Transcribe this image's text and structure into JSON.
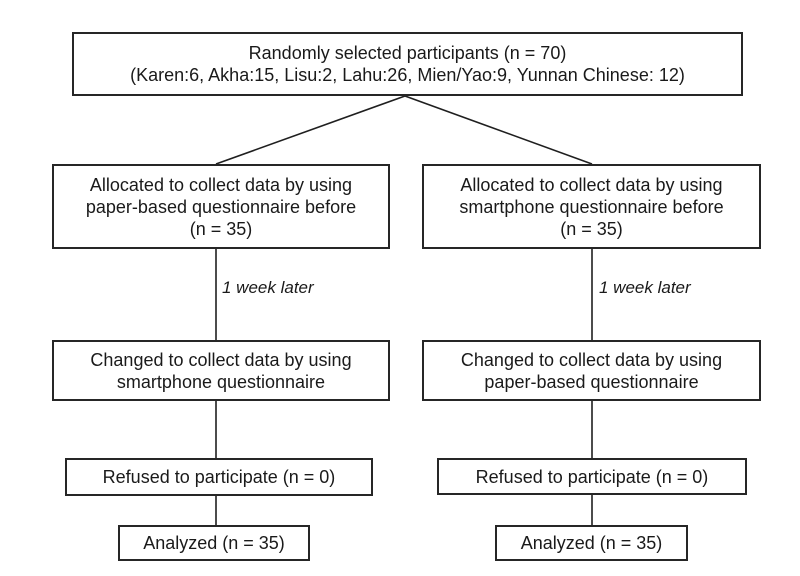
{
  "figure": {
    "top_box": "Randomly selected participants (n = 70)\n(Karen:6, Akha:15, Lisu:2, Lahu:26, Mien/Yao:9, Yunnan Chinese: 12)",
    "branches": [
      {
        "allocated": "Allocated to collect data by using\npaper-based questionnaire before\n(n = 35)",
        "interval": "1 week later",
        "changed": "Changed to collect data by using\nsmartphone questionnaire",
        "refused": "Refused to participate (n = 0)",
        "analyzed": "Analyzed (n = 35)"
      },
      {
        "allocated": "Allocated to collect data by using\nsmartphone questionnaire before\n(n = 35)",
        "interval": "1 week later",
        "changed": "Changed to collect data by using\npaper-based questionnaire",
        "refused": "Refused to participate (n = 0)",
        "analyzed": "Analyzed (n = 35)"
      }
    ],
    "colors": {
      "line": "#1f1f1f",
      "text": "#1a1a1a",
      "background": "#ffffff"
    }
  }
}
